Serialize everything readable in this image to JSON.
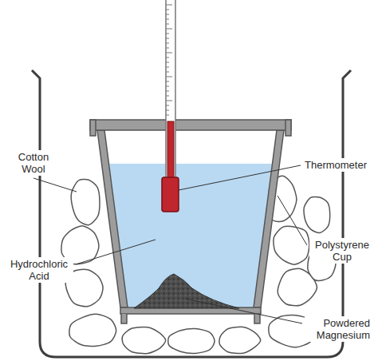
{
  "diagram": {
    "labels": [
      "Cotton Wool",
      "Thermometer",
      "Polystyrene Cup",
      "Hydrochloric Acid",
      "Powdered Magnesium"
    ]
  }
}
